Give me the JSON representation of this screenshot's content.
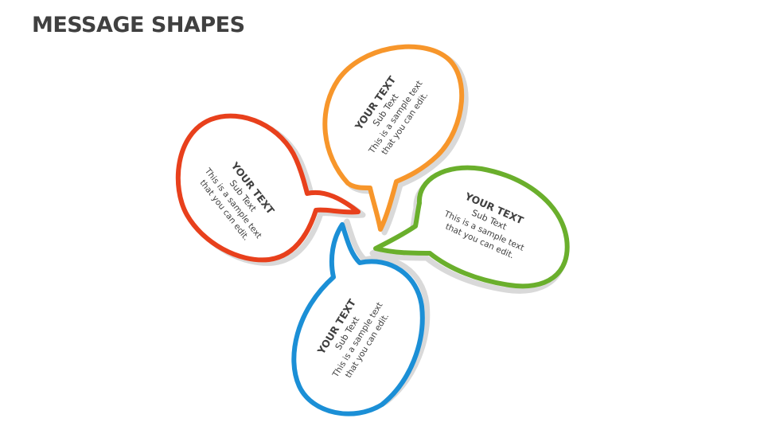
{
  "page": {
    "title": "MESSAGE SHAPES"
  },
  "colors": {
    "orange": "#F7962B",
    "red": "#E8401C",
    "green": "#6AAF2C",
    "blue": "#1B8FD6",
    "shadow": "#D9D9D9",
    "text": "#404040"
  },
  "bubbles": [
    {
      "id": "orange",
      "heading": "YOUR TEXT",
      "subheading": "Sub Text",
      "body": "This is a sample text that you can edit."
    },
    {
      "id": "red",
      "heading": "YOUR TEXT",
      "subheading": "Sub Text",
      "body": "This is a sample text that you can edit."
    },
    {
      "id": "green",
      "heading": "YOUR TEXT",
      "subheading": "Sub Text",
      "body": "This is a sample text that you can edit."
    },
    {
      "id": "blue",
      "heading": "YOUR TEXT",
      "subheading": "Sub Text",
      "body": "This is a sample text that you can edit."
    }
  ]
}
